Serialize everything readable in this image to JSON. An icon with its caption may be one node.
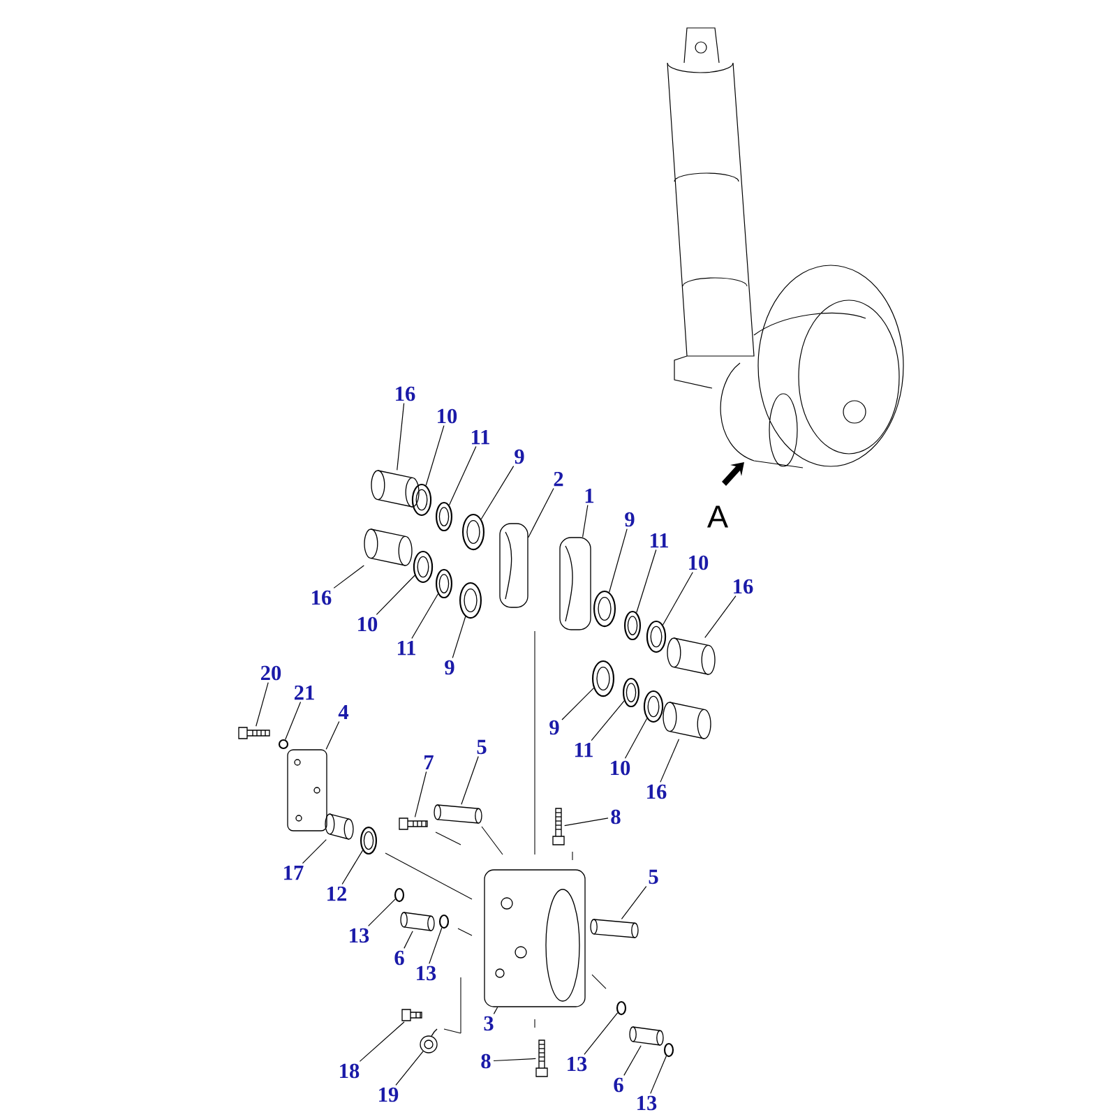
{
  "diagram": {
    "nodes": [
      {
        "text": [
          "16"
        ]
      },
      {
        "text": [],
        "shape": "cylinder"
      },
      {
        "text": [
          "10"
        ]
      },
      {
        "text": [],
        "shape": "circle"
      },
      {
        "text": [
          "11"
        ]
      },
      {
        "text": [],
        "shape": "circle"
      },
      {
        "text": [
          "9"
        ]
      },
      {
        "text": [],
        "shape": "circle"
      },
      {
        "text": [
          "2"
        ]
      },
      {
        "text": [],
        "shape": "picture"
      },
      {
        "text": [
          "1"
        ]
      },
      {
        "text": [],
        "shape": "picture"
      },
      {
        "text": [
          "9"
        ]
      },
      {
        "text": [],
        "shape": "circle"
      },
      {
        "text": [
          "11"
        ]
      },
      {
        "text": [],
        "shape": "circle"
      },
      {
        "text": [
          "10"
        ]
      },
      {
        "text": [],
        "shape": "circle"
      },
      {
        "text": [
          "16"
        ]
      },
      {
        "text": [],
        "shape": "cylinder"
      },
      {
        "text": [
          "16"
        ]
      },
      {
        "text": [],
        "shape": "cylinder"
      },
      {
        "text": [
          "10"
        ]
      },
      {
        "text": [],
        "shape": "circle"
      },
      {
        "text": [
          "11"
        ]
      },
      {
        "text": [],
        "shape": "circle"
      },
      {
        "text": [
          "9"
        ]
      },
      {
        "text": [],
        "shape": "circle"
      },
      {
        "text": [
          "9"
        ]
      },
      {
        "text": [],
        "shape": "circle"
      },
      {
        "text": [
          "11"
        ]
      },
      {
        "text": [],
        "shape": "circle"
      },
      {
        "text": [
          "10"
        ]
      },
      {
        "text": [],
        "shape": "circle"
      },
      {
        "text": [
          "16"
        ]
      },
      {
        "text": [],
        "shape": "cylinder"
      },
      {
        "text": [
          "20"
        ]
      },
      {
        "text": [],
        "shape": "picture"
      },
      {
        "text": [
          "21"
        ]
      },
      {
        "text": [],
        "shape": "circle"
      },
      {
        "text": [
          "4"
        ]
      },
      {
        "text": [],
        "shape": "box"
      },
      {
        "text": [
          "7"
        ]
      },
      {
        "text": [],
        "shape": "picture"
      },
      {
        "text": [
          "5"
        ]
      },
      {
        "text": [],
        "shape": "cylinder"
      },
      {
        "text": [
          "8"
        ]
      },
      {
        "text": [],
        "shape": "picture"
      },
      {
        "text": [
          "17"
        ]
      },
      {
        "text": [],
        "shape": "cylinder"
      },
      {
        "text": [
          "12"
        ]
      },
      {
        "text": [],
        "shape": "circle"
      },
      {
        "text": [
          "5"
        ]
      },
      {
        "text": [],
        "shape": "cylinder"
      },
      {
        "text": [
          "13"
        ]
      },
      {
        "text": [],
        "shape": "circle"
      },
      {
        "text": [
          "6"
        ]
      },
      {
        "text": [],
        "shape": "cylinder"
      },
      {
        "text": [
          "13"
        ]
      },
      {
        "text": [],
        "shape": "circle"
      },
      {
        "text": [
          "3"
        ]
      },
      {
        "text": [],
        "shape": "picture"
      },
      {
        "text": [
          "18"
        ]
      },
      {
        "text": [],
        "shape": "picture"
      },
      {
        "text": [
          "19"
        ]
      },
      {
        "text": [],
        "shape": "picture"
      },
      {
        "text": [
          "8"
        ]
      },
      {
        "text": [],
        "shape": "picture"
      },
      {
        "text": [
          "13"
        ]
      },
      {
        "text": [],
        "shape": "circle"
      },
      {
        "text": [
          "6"
        ]
      },
      {
        "text": [],
        "shape": "cylinder"
      },
      {
        "text": [
          "13"
        ]
      },
      {
        "text": [],
        "shape": "circle"
      }
    ],
    "edges": [
      {
        "from": 0,
        "to": 1,
        "arrow": "none"
      },
      {
        "from": 2,
        "to": 3,
        "arrow": "none"
      },
      {
        "from": 4,
        "to": 5,
        "arrow": "none"
      },
      {
        "from": 6,
        "to": 7,
        "arrow": "none"
      },
      {
        "from": 8,
        "to": 9,
        "arrow": "none"
      },
      {
        "from": 10,
        "to": 11,
        "arrow": "none"
      },
      {
        "from": 12,
        "to": 13,
        "arrow": "none"
      },
      {
        "from": 14,
        "to": 15,
        "arrow": "none"
      },
      {
        "from": 16,
        "to": 17,
        "arrow": "none"
      },
      {
        "from": 18,
        "to": 19,
        "arrow": "none"
      },
      {
        "from": 20,
        "to": 21,
        "arrow": "none"
      },
      {
        "from": 22,
        "to": 23,
        "arrow": "none"
      },
      {
        "from": 24,
        "to": 25,
        "arrow": "none"
      },
      {
        "from": 26,
        "to": 27,
        "arrow": "none"
      },
      {
        "from": 28,
        "to": 29,
        "arrow": "none"
      },
      {
        "from": 30,
        "to": 31,
        "arrow": "none"
      },
      {
        "from": 32,
        "to": 33,
        "arrow": "none"
      },
      {
        "from": 34,
        "to": 35,
        "arrow": "none"
      },
      {
        "from": 36,
        "to": 37,
        "arrow": "none"
      },
      {
        "from": 38,
        "to": 39,
        "arrow": "none"
      },
      {
        "from": 40,
        "to": 41,
        "arrow": "none"
      },
      {
        "from": 42,
        "to": 43,
        "arrow": "none"
      },
      {
        "from": 44,
        "to": 45,
        "arrow": "none"
      },
      {
        "from": 46,
        "to": 47,
        "arrow": "none"
      },
      {
        "from": 48,
        "to": 49,
        "arrow": "none"
      },
      {
        "from": 50,
        "to": 51,
        "arrow": "none"
      },
      {
        "from": 52,
        "to": 53,
        "arrow": "none"
      },
      {
        "from": 54,
        "to": 55,
        "arrow": "none"
      },
      {
        "from": 56,
        "to": 57,
        "arrow": "none"
      },
      {
        "from": 58,
        "to": 59,
        "arrow": "none"
      },
      {
        "from": 60,
        "to": 61,
        "arrow": "none"
      },
      {
        "from": 62,
        "to": 63,
        "arrow": "none"
      },
      {
        "from": 64,
        "to": 65,
        "arrow": "none"
      },
      {
        "from": 66,
        "to": 67,
        "arrow": "none"
      },
      {
        "from": 68,
        "to": 69,
        "arrow": "none"
      },
      {
        "from": 70,
        "to": 71,
        "arrow": "none"
      },
      {
        "from": 72,
        "to": 73,
        "arrow": "none"
      }
    ],
    "labels": [
      "A"
    ]
  }
}
